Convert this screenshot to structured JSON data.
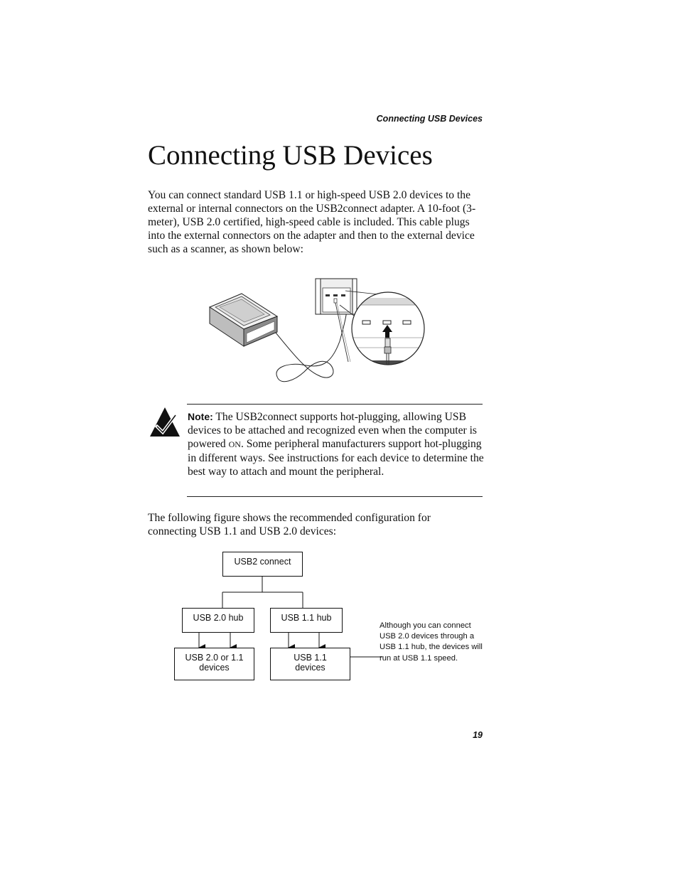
{
  "header": {
    "running_title": "Connecting USB Devices"
  },
  "page": {
    "title": "Connecting USB Devices",
    "number": "19"
  },
  "intro": {
    "text": "You can connect standard USB 1.1 or high-speed USB 2.0 devices to the external or internal connectors on the USB2connect adapter. A 10-foot (3-meter), USB 2.0 certified, high-speed cable is included. This cable plugs into the external connectors on the adapter and then to the external device such as a scanner, as shown below:"
  },
  "note": {
    "label": "Note:",
    "text_before": " The USB2connect supports hot-plugging, allowing USB devices to be attached and recognized even when the computer is powered ",
    "small_caps": "ON",
    "text_after": ". Some peripheral manufacturers support hot-plugging in different ways. See instructions for each device to determine the best way to attach and mount the peripheral."
  },
  "config": {
    "intro": "The following figure shows the recommended configuration for connecting USB 1.1 and USB 2.0 devices:",
    "root": "USB2 connect",
    "hub20": "USB 2.0 hub",
    "hub11": "USB 1.1 hub",
    "dev20_line1": "USB 2.0 or 1.1",
    "dev20_line2": "devices",
    "dev11_line1": "USB 1.1",
    "dev11_line2": "devices",
    "side_note": "Although you can connect USB 2.0 devices through a USB 1.1 hub, the devices will run at USB 1.1 speed."
  }
}
